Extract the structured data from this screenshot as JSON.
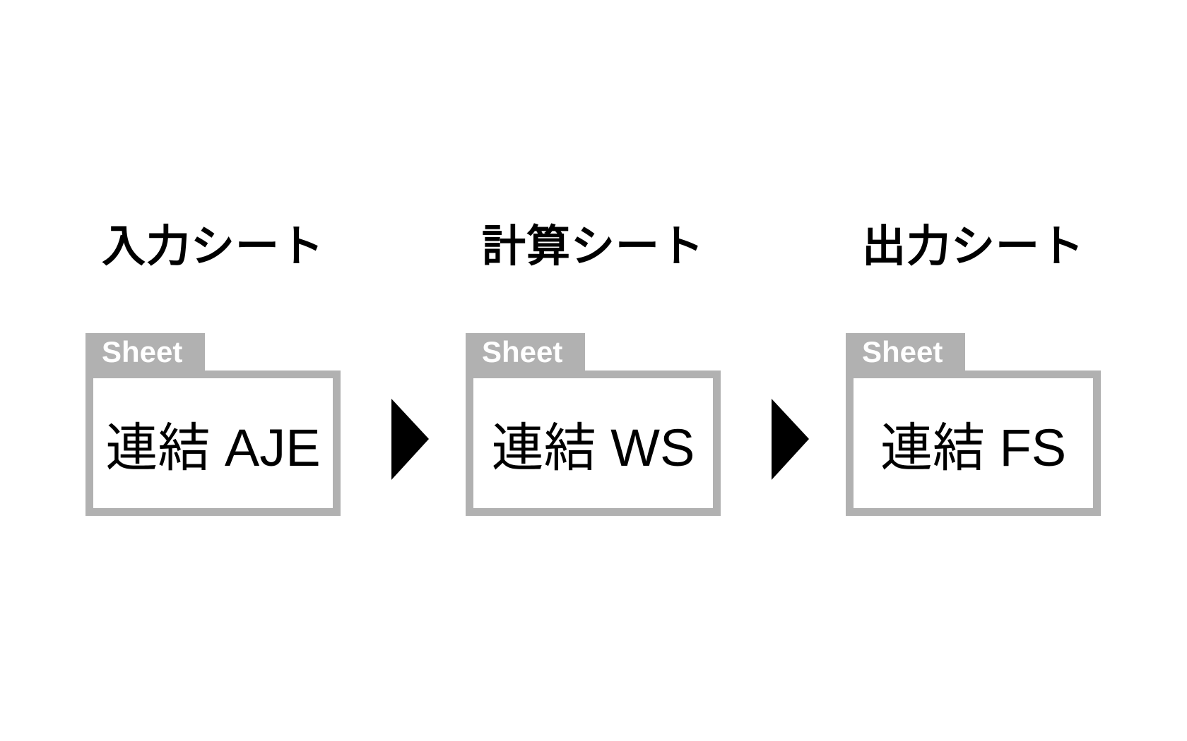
{
  "diagram": {
    "title": "consolidation-sheet-flow",
    "columns": [
      {
        "header": "入力シート",
        "tab_label": "Sheet",
        "sheet_name": "連結 AJE"
      },
      {
        "header": "計算シート",
        "tab_label": "Sheet",
        "sheet_name": "連結 WS"
      },
      {
        "header": "出力シート",
        "tab_label": "Sheet",
        "sheet_name": "連結 FS"
      }
    ],
    "arrows": [
      {
        "icon": "arrow-right",
        "from": "入力シート",
        "to": "計算シート"
      },
      {
        "icon": "arrow-right",
        "from": "計算シート",
        "to": "出力シート"
      }
    ],
    "colors": {
      "background_white": "#ffffff",
      "folder_gray": "#b1b1b1",
      "tab_label_white": "#ffffff",
      "text_black": "#000000",
      "arrow_black": "#000000"
    }
  }
}
